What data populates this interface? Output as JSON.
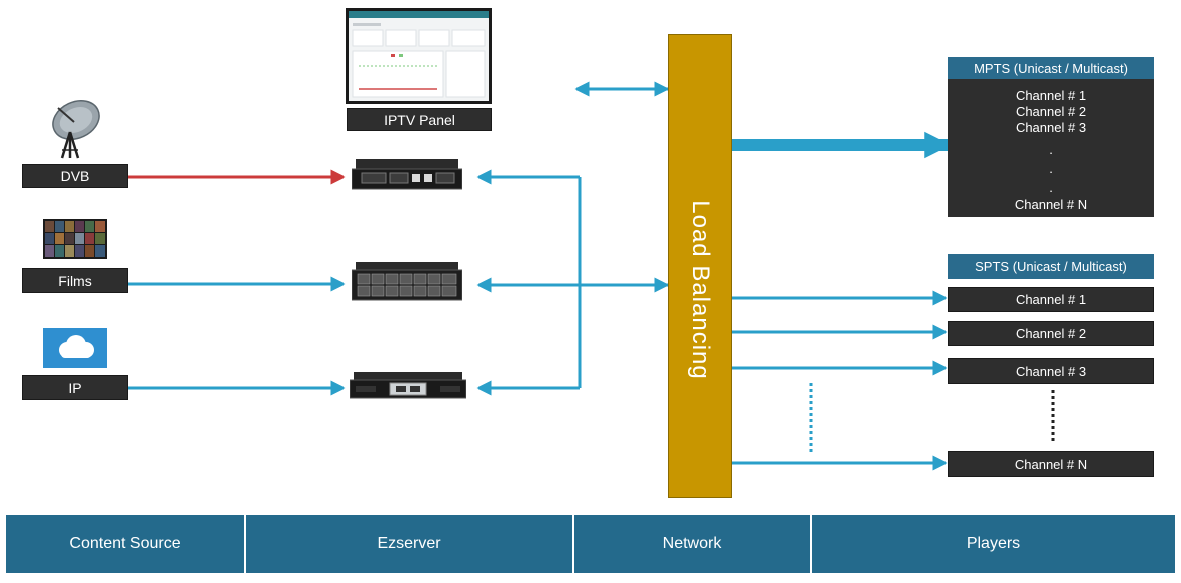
{
  "sources": {
    "dvb_label": "DVB",
    "films_label": "Films",
    "ip_label": "IP"
  },
  "ezserver": {
    "panel_label": "IPTV Panel"
  },
  "network": {
    "load_balancing_label": "Load Balancing"
  },
  "players": {
    "mpts": {
      "header": "MPTS (Unicast / Multicast)",
      "channels": [
        "Channel # 1",
        "Channel # 2",
        "Channel # 3",
        ".",
        ".",
        "."
      ],
      "last_channel": "Channel # N"
    },
    "spts": {
      "header": "SPTS (Unicast / Multicast)",
      "channels": [
        "Channel # 1",
        "Channel # 2",
        "Channel # 3",
        "Channel # N"
      ]
    }
  },
  "footer": {
    "columns": [
      "Content Source",
      "Ezserver",
      "Network",
      "Players"
    ]
  },
  "colors": {
    "arrow_blue": "#2a9fc9",
    "arrow_red": "#cc3b3b",
    "load_balancer": "#c89600",
    "footer": "#246a8c",
    "box_dark": "#2e2e2e"
  }
}
